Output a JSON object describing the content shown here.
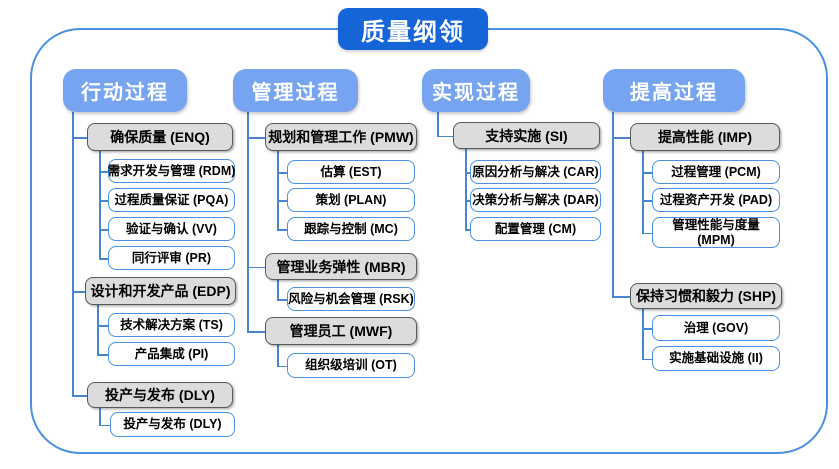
{
  "title": "质量纲领",
  "colors": {
    "title_bg": "#1565d8",
    "header_bg": "#76a4f0",
    "group_fill": "#dcdcdc",
    "group_border": "#595959",
    "item_border": "#4a90e2",
    "connector": "#4a86cf",
    "frame_border": "#4a90e2"
  },
  "columns": [
    {
      "id": "action-process",
      "label": "行动过程",
      "groups": [
        {
          "id": "enq",
          "label": "确保质量 (ENQ)",
          "children": [
            {
              "id": "rdm",
              "label": "需求开发与管理 (RDM)"
            },
            {
              "id": "pqa",
              "label": "过程质量保证 (PQA)"
            },
            {
              "id": "vv",
              "label": "验证与确认 (VV)"
            },
            {
              "id": "pr",
              "label": "同行评审 (PR)"
            }
          ]
        },
        {
          "id": "edp",
          "label": "设计和开发产品 (EDP)",
          "children": [
            {
              "id": "ts",
              "label": "技术解决方案 (TS)"
            },
            {
              "id": "pi",
              "label": "产品集成 (PI)"
            }
          ]
        },
        {
          "id": "dly",
          "label": "投产与发布 (DLY)",
          "children": [
            {
              "id": "dly2",
              "label": "投产与发布 (DLY)"
            }
          ]
        }
      ]
    },
    {
      "id": "management-process",
      "label": "管理过程",
      "groups": [
        {
          "id": "pmw",
          "label": "规划和管理工作 (PMW)",
          "children": [
            {
              "id": "est",
              "label": "估算 (EST)"
            },
            {
              "id": "plan",
              "label": "策划 (PLAN)"
            },
            {
              "id": "mc",
              "label": "跟踪与控制 (MC)"
            }
          ]
        },
        {
          "id": "mbr",
          "label": "管理业务弹性 (MBR)",
          "children": [
            {
              "id": "rsk",
              "label": "风险与机会管理 (RSK)"
            }
          ]
        },
        {
          "id": "mwf",
          "label": "管理员工 (MWF)",
          "children": [
            {
              "id": "ot",
              "label": "组织级培训 (OT)"
            }
          ]
        }
      ]
    },
    {
      "id": "realization-process",
      "label": "实现过程",
      "groups": [
        {
          "id": "si",
          "label": "支持实施 (SI)",
          "children": [
            {
              "id": "car",
              "label": "原因分析与解决 (CAR)"
            },
            {
              "id": "dar",
              "label": "决策分析与解决 (DAR)"
            },
            {
              "id": "cm",
              "label": "配置管理 (CM)"
            }
          ]
        }
      ]
    },
    {
      "id": "improvement-process",
      "label": "提高过程",
      "groups": [
        {
          "id": "imp",
          "label": "提高性能 (IMP)",
          "children": [
            {
              "id": "pcm",
              "label": "过程管理 (PCM)"
            },
            {
              "id": "pad",
              "label": "过程资产开发 (PAD)"
            },
            {
              "id": "mpm",
              "label": "管理性能与度量 (MPM)"
            }
          ]
        },
        {
          "id": "shp",
          "label": "保持习惯和毅力 (SHP)",
          "children": [
            {
              "id": "gov",
              "label": "治理 (GOV)"
            },
            {
              "id": "ii",
              "label": "实施基础设施 (II)"
            }
          ]
        }
      ]
    }
  ]
}
